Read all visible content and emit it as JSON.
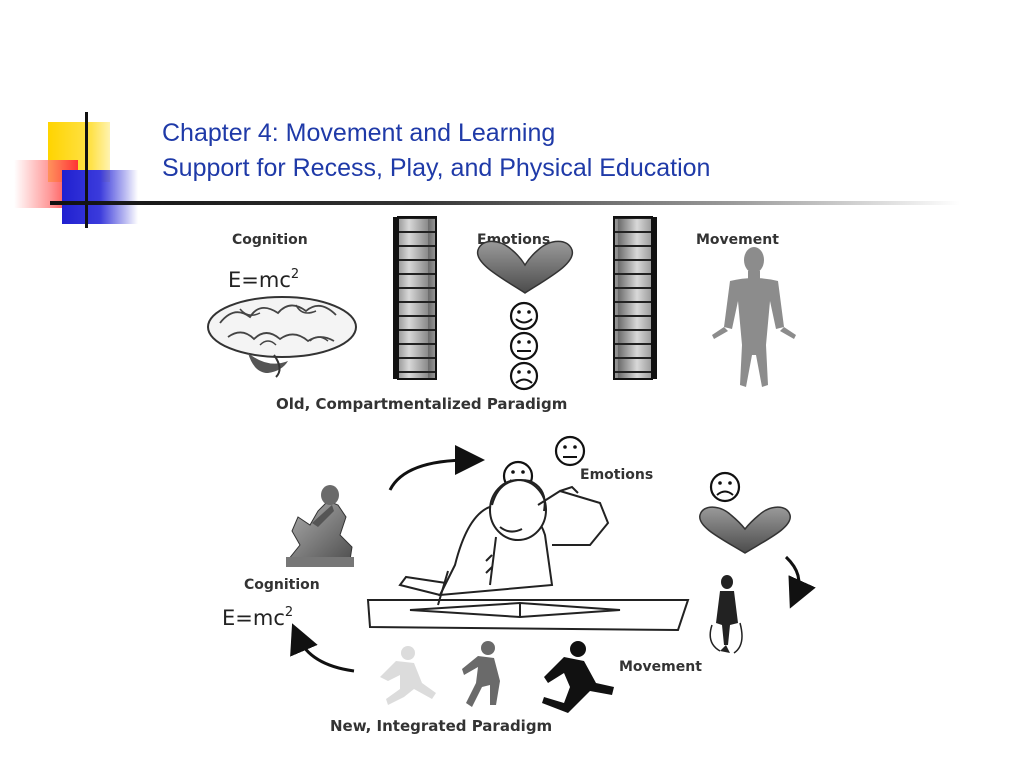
{
  "slide": {
    "title_line1": "Chapter 4:  Movement and Learning",
    "title_line2": "Support for Recess, Play, and Physical Education"
  },
  "old_paradigm": {
    "cognition_label": "Cognition",
    "formula_base": "E=mc",
    "formula_exp": "2",
    "emotions_label": "Emotions",
    "movement_label": "Movement",
    "caption": "Old, Compartmentalized Paradigm"
  },
  "new_paradigm": {
    "emotions_label": "Emotions",
    "cognition_label": "Cognition",
    "formula_base": "E=mc",
    "formula_exp": "2",
    "movement_label": "Movement",
    "caption": "New, Integrated Paradigm"
  },
  "colors": {
    "title": "#1f3aa8",
    "accent_yellow": "#ffd400",
    "accent_red": "#ff3333",
    "accent_blue": "#2020d0",
    "figure_gray": "#8c8c8c"
  }
}
